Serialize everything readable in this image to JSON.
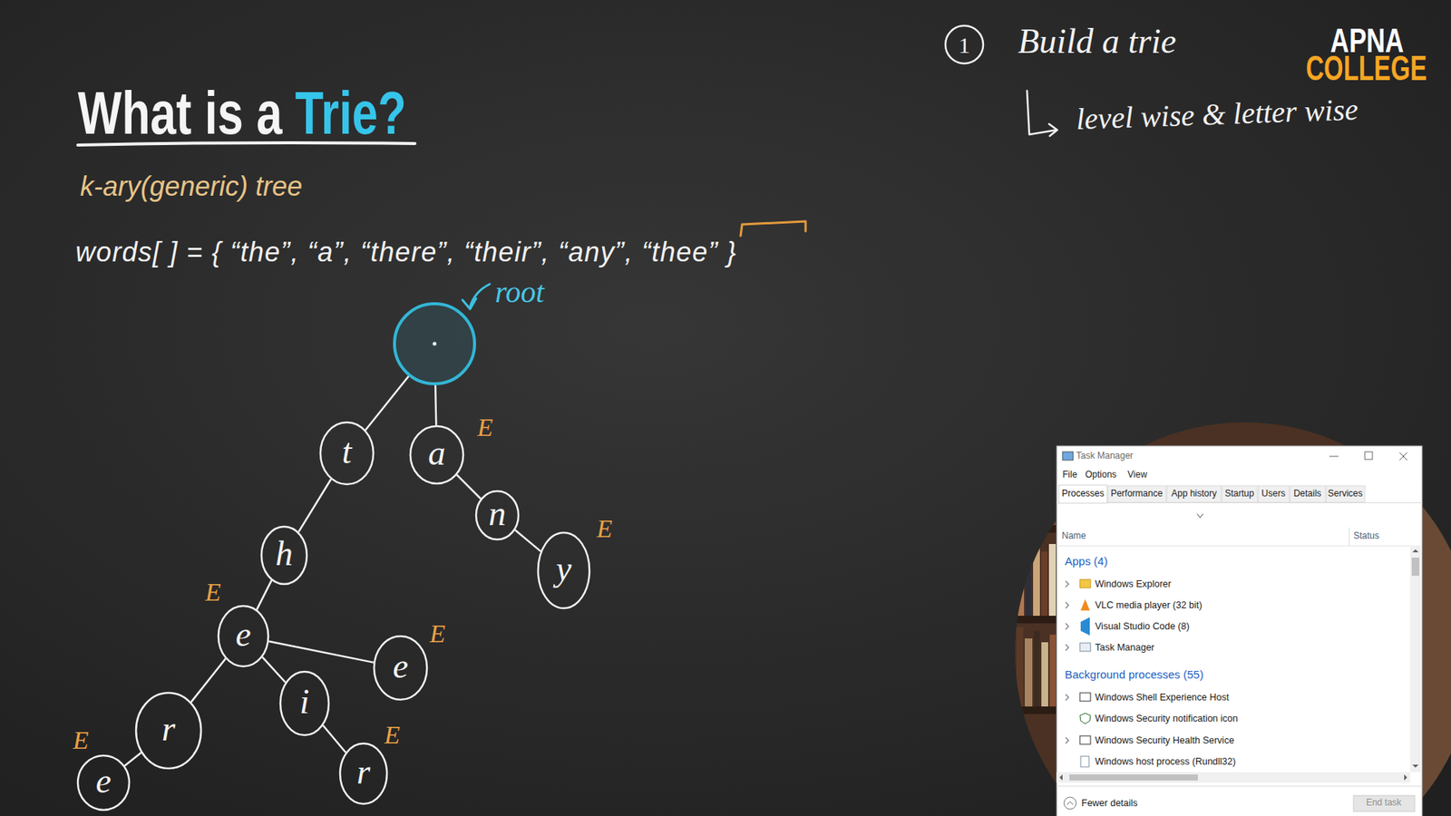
{
  "diagram": {
    "title": "What is a Trie?",
    "nodes": [
      {
        "text": [
          "root"
        ]
      },
      {
        "text": [
          "t"
        ]
      },
      {
        "text": [
          "a",
          "E"
        ]
      },
      {
        "text": [
          "n"
        ]
      },
      {
        "text": [
          "h"
        ]
      },
      {
        "text": [
          "y",
          "E"
        ]
      },
      {
        "text": [
          "e",
          "E"
        ]
      },
      {
        "text": [
          "e",
          "E"
        ]
      },
      {
        "text": [
          "i"
        ]
      },
      {
        "text": [
          "r"
        ]
      },
      {
        "text": [
          "r",
          "E"
        ]
      },
      {
        "text": [
          "e",
          "E"
        ]
      }
    ],
    "edges": [
      {
        "from": 0,
        "to": 1,
        "arrow": "none"
      },
      {
        "from": 0,
        "to": 2,
        "arrow": "none"
      },
      {
        "from": 1,
        "to": 4,
        "arrow": "none"
      },
      {
        "from": 2,
        "to": 3,
        "arrow": "none"
      },
      {
        "from": 3,
        "to": 5,
        "arrow": "none"
      },
      {
        "from": 4,
        "to": 6,
        "arrow": "none"
      },
      {
        "from": 6,
        "to": 7,
        "arrow": "none"
      },
      {
        "from": 6,
        "to": 8,
        "arrow": "none"
      },
      {
        "from": 6,
        "to": 9,
        "arrow": "none"
      },
      {
        "from": 8,
        "to": 10,
        "arrow": "none"
      },
      {
        "from": 9,
        "to": 11,
        "arrow": "none"
      }
    ],
    "labels": [
      "k-ary(generic) tree",
      "words[ ] = { “the”, “a”, “there”, “their”, “any”, “thee” }",
      "1",
      "Build a trie",
      "level wise & letter wise",
      "APNA",
      "COLLEGE",
      "Task Manager",
      "File",
      "Options",
      "View",
      "Processes",
      "Performance",
      "App history",
      "Startup",
      "Users",
      "Details",
      "Services",
      "Name",
      "Status",
      "Apps (4)",
      "Windows Explorer",
      "VLC media player (32 bit)",
      "Visual Studio Code (8)",
      "Task Manager",
      "Background processes (55)",
      "Windows Shell Experience Host",
      "Windows Security notification icon",
      "Windows Security Health Service",
      "Windows host process (Rundll32)",
      "Fewer details",
      "End task"
    ]
  }
}
